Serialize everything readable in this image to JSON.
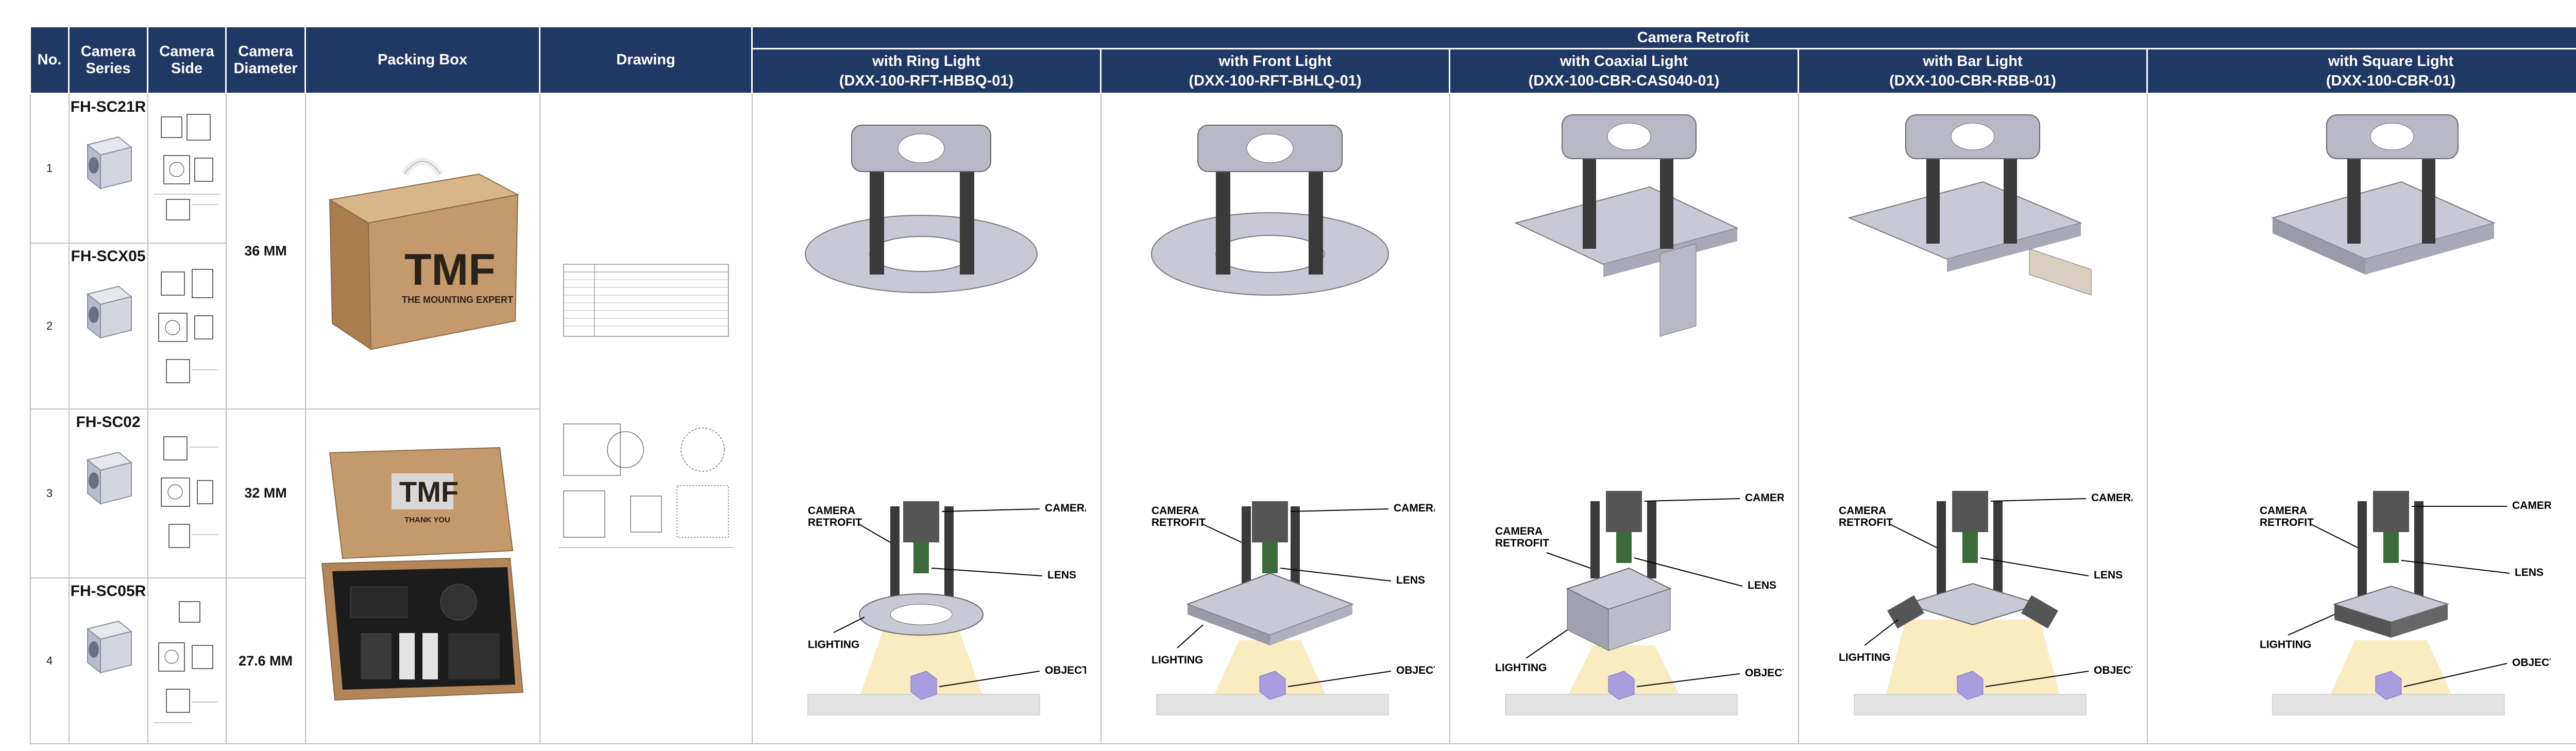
{
  "header": {
    "no": "No.",
    "camera_series": "Camera Series",
    "camera_side": "Camera Side",
    "camera_diameter": "Camera Diameter",
    "packing_box": "Packing Box",
    "drawing": "Drawing",
    "camera_retrofit": "Camera Retrofit",
    "retrofit_columns": [
      {
        "line1": "with Ring Light",
        "line2": "(DXX-100-RFT-HBBQ-01)"
      },
      {
        "line1": "with Front Light",
        "line2": "(DXX-100-RFT-BHLQ-01)"
      },
      {
        "line1": "with Coaxial Light",
        "line2": "(DXX-100-CBR-CAS040-01)"
      },
      {
        "line1": "with Bar Light",
        "line2": "(DXX-100-CBR-RBB-01)"
      },
      {
        "line1": "with Square Light",
        "line2": "(DXX-100-CBR-01)"
      }
    ]
  },
  "rows": [
    {
      "no": "1",
      "series": "FH-SC21R"
    },
    {
      "no": "2",
      "series": "FH-SCX05"
    },
    {
      "no": "3",
      "series": "FH-SC02"
    },
    {
      "no": "4",
      "series": "FH-SC05R"
    }
  ],
  "diameters": [
    "36 MM",
    "32 MM",
    "27.6 MM"
  ],
  "box": {
    "brand": "TMF",
    "tagline": "THE MOUNTING EXPERT",
    "thanks": "THANK YOU"
  },
  "labels": {
    "camera": "CAMERA",
    "camera_retrofit_1": "CAMERA",
    "camera_retrofit_2": "RETROFIT",
    "lens": "LENS",
    "lighting": "LIGHTING",
    "object": "OBJECT"
  },
  "colors": {
    "header_bg": "#1f3864",
    "header_text": "#ffffff",
    "cardboard": "#c49a6c",
    "metal": "#c9c9d6",
    "post": "#3a3a3a",
    "light_beam": "#f6e4a6",
    "object": "#a99de0"
  }
}
